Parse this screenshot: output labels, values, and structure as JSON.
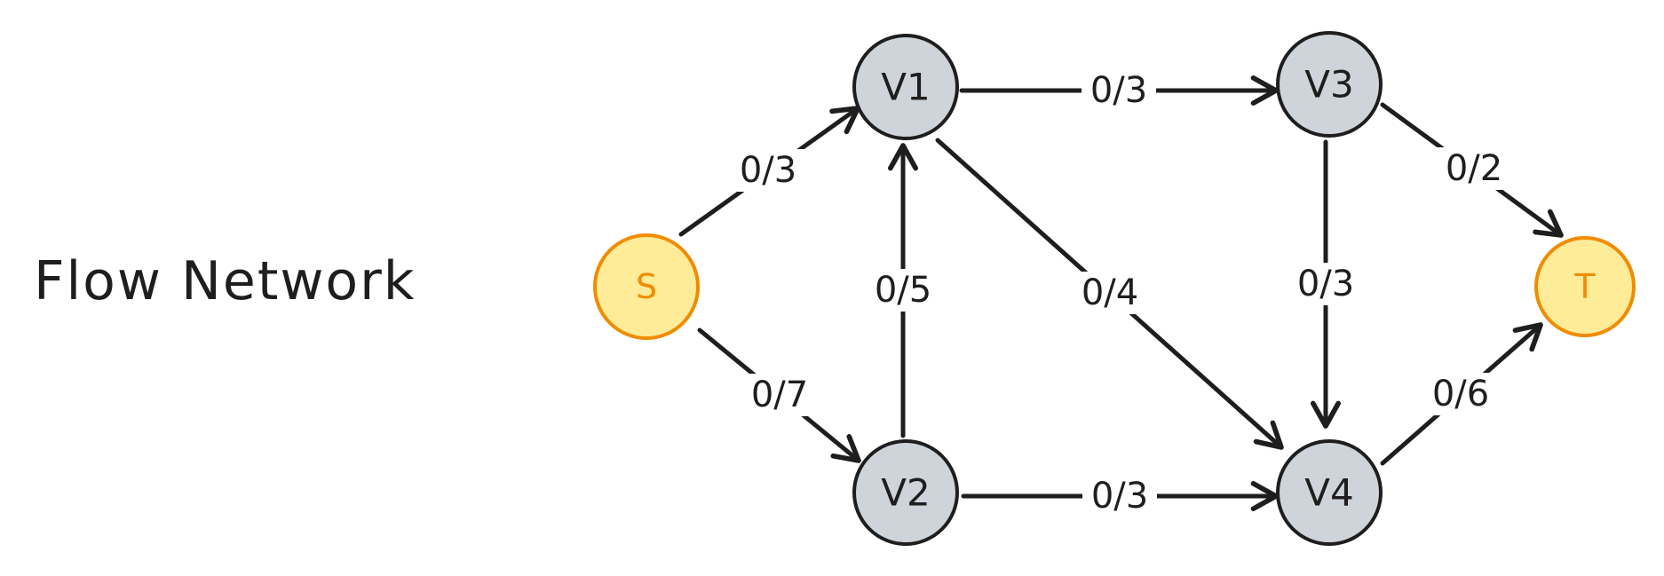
{
  "title": "Flow Network",
  "colors": {
    "ink": "#1e1e1e",
    "node_fill": "#ced4da",
    "terminal_fill": "#ffec99",
    "terminal_stroke": "#f08c00",
    "terminal_text": "#f08c00",
    "background": "#ffffff"
  },
  "nodes": [
    {
      "id": "s",
      "label": "S",
      "kind": "terminal"
    },
    {
      "id": "v1",
      "label": "V1",
      "kind": "vertex"
    },
    {
      "id": "v2",
      "label": "V2",
      "kind": "vertex"
    },
    {
      "id": "v3",
      "label": "V3",
      "kind": "vertex"
    },
    {
      "id": "v4",
      "label": "V4",
      "kind": "vertex"
    },
    {
      "id": "t",
      "label": "T",
      "kind": "terminal"
    }
  ],
  "edges": [
    {
      "from": "s",
      "to": "v1",
      "label": "0/3"
    },
    {
      "from": "s",
      "to": "v2",
      "label": "0/7"
    },
    {
      "from": "v2",
      "to": "v1",
      "label": "0/5"
    },
    {
      "from": "v1",
      "to": "v3",
      "label": "0/3"
    },
    {
      "from": "v1",
      "to": "v4",
      "label": "0/4"
    },
    {
      "from": "v2",
      "to": "v4",
      "label": "0/3"
    },
    {
      "from": "v3",
      "to": "v4",
      "label": "0/3"
    },
    {
      "from": "v3",
      "to": "t",
      "label": "0/2"
    },
    {
      "from": "v4",
      "to": "t",
      "label": "0/6"
    }
  ]
}
